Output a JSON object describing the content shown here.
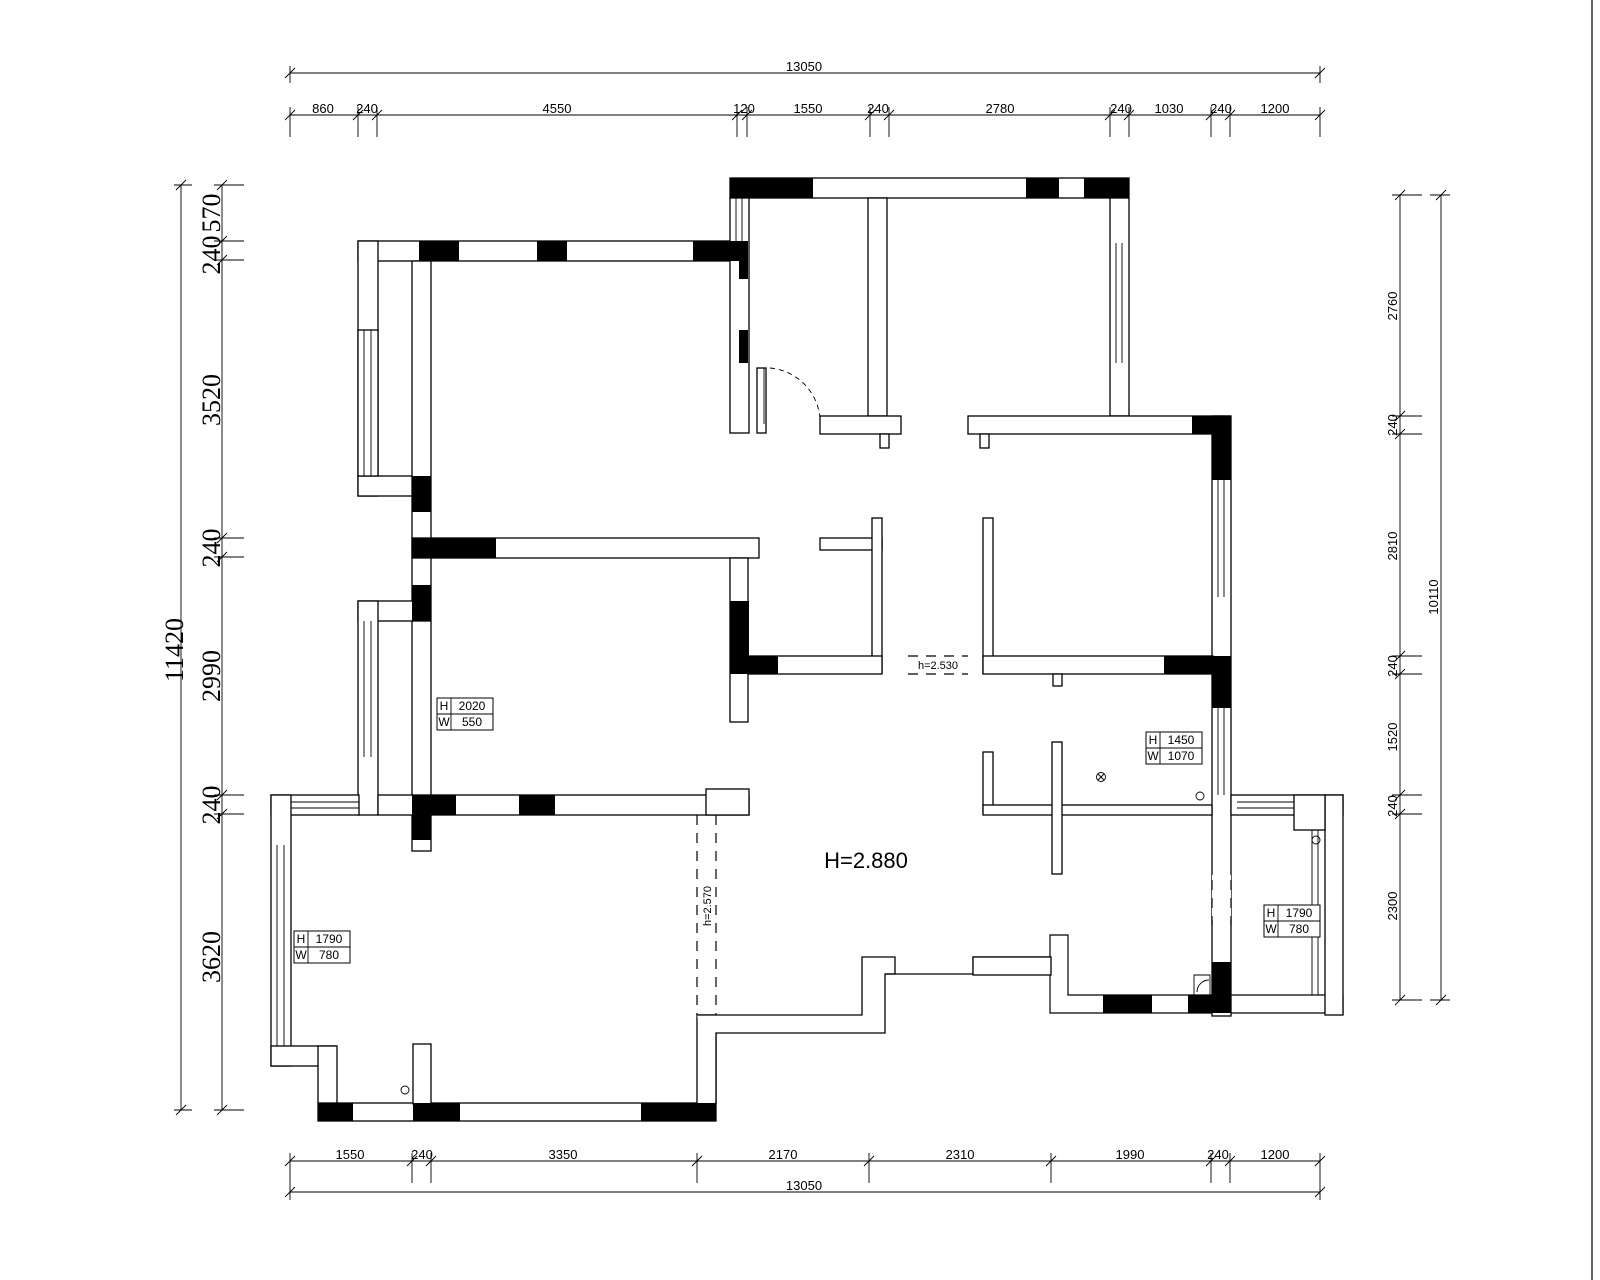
{
  "title_fragment": "",
  "top_total": "13050",
  "top_segments": [
    "860",
    "240",
    "4550",
    "120",
    "1550",
    "240",
    "2780",
    "240",
    "1030",
    "240",
    "1200"
  ],
  "bottom_total": "13050",
  "bottom_segments": [
    "1550",
    "240",
    "3350",
    "2170",
    "2310",
    "1990",
    "240",
    "1200"
  ],
  "left_total": "11420",
  "left_segments": [
    "570",
    "240",
    "3520",
    "240",
    "2990",
    "240",
    "3620"
  ],
  "right_total": "10110",
  "right_segments": [
    "2760",
    "240",
    "2810",
    "240",
    "1520",
    "240",
    "2300"
  ],
  "ceiling_height": "H=2.880",
  "beam_heights": [
    "h=2.530",
    "h=2.570"
  ],
  "window_tags": [
    {
      "h_label": "H",
      "h_value": "2020",
      "w_label": "W",
      "w_value": "550"
    },
    {
      "h_label": "H",
      "h_value": "1450",
      "w_label": "W",
      "w_value": "1070"
    },
    {
      "h_label": "H",
      "h_value": "1790",
      "w_label": "W",
      "w_value": "780"
    },
    {
      "h_label": "H",
      "h_value": "1790",
      "w_label": "W",
      "w_value": "780"
    }
  ]
}
